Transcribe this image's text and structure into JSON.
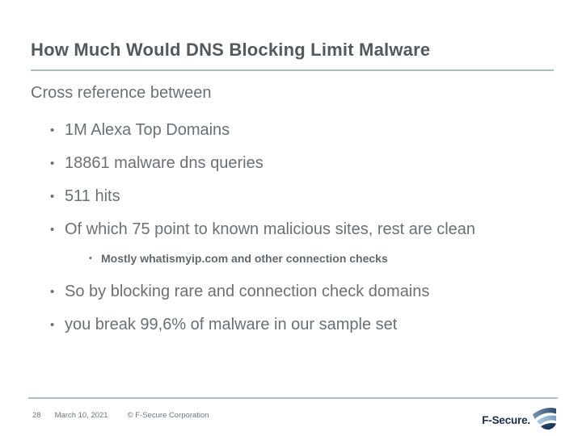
{
  "slide": {
    "title": "How Much Would DNS Blocking Limit Malware",
    "lead": "Cross reference between",
    "bullet_char": "•",
    "bullets": [
      {
        "text": "1M Alexa Top Domains"
      },
      {
        "text": "18861 malware dns queries"
      },
      {
        "text": "511 hits"
      },
      {
        "text": "Of which 75 point to known malicious sites, rest are clean"
      },
      {
        "text": "So by blocking rare and connection check domains"
      },
      {
        "text": "you break 99,6% of malware in our sample set"
      }
    ],
    "sub_bullets": [
      {
        "text": "Mostly whatismyip.com and other connection checks"
      }
    ]
  },
  "footer": {
    "page_number": "28",
    "date": "March 10, 2021",
    "copyright": "© F-Secure Corporation",
    "brand_name": "F-Secure."
  },
  "colors": {
    "title_text": "#54595d",
    "body_text": "#6b7073",
    "sub_bullet_text": "#63686b",
    "rule": "#a9bdc8",
    "footer_text": "#6e7478",
    "brand_navy": "#1c2c4d",
    "shield_light_blue": "#8fafcd",
    "shield_dark_navy": "#1d3458"
  }
}
